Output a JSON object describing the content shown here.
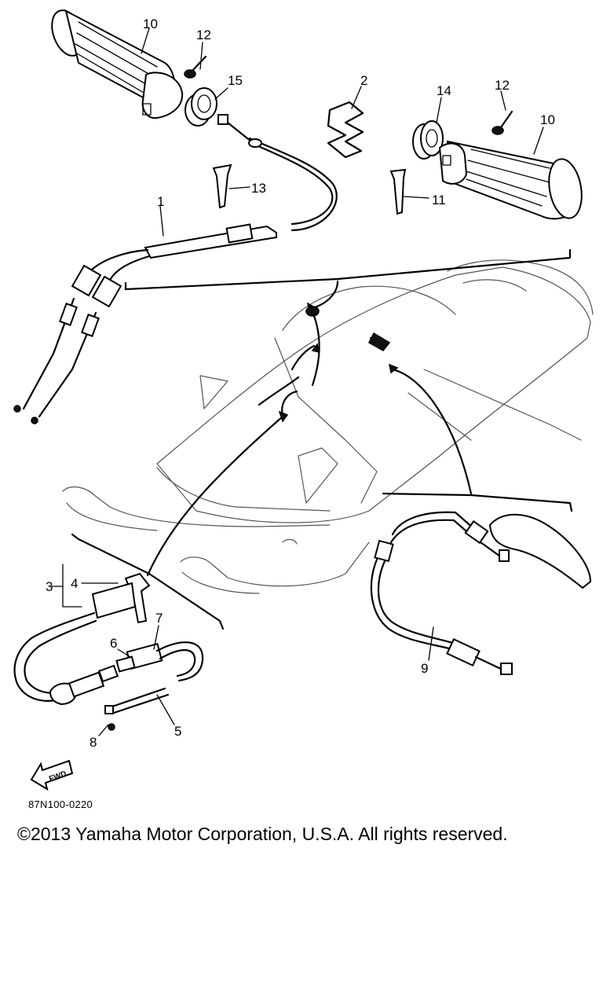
{
  "callouts": {
    "c1": "1",
    "c2": "2",
    "c3": "3",
    "c4": "4",
    "c5": "5",
    "c6": "6",
    "c7": "7",
    "c8": "8",
    "c9": "9",
    "c10a": "10",
    "c10b": "10",
    "c11": "11",
    "c12a": "12",
    "c12b": "12",
    "c13": "13",
    "c14": "14",
    "c15": "15"
  },
  "fwd_label": "FWD",
  "part_number": "87N100-0220",
  "copyright": "©2013 Yamaha Motor Corporation, U.S.A. All rights reserved."
}
